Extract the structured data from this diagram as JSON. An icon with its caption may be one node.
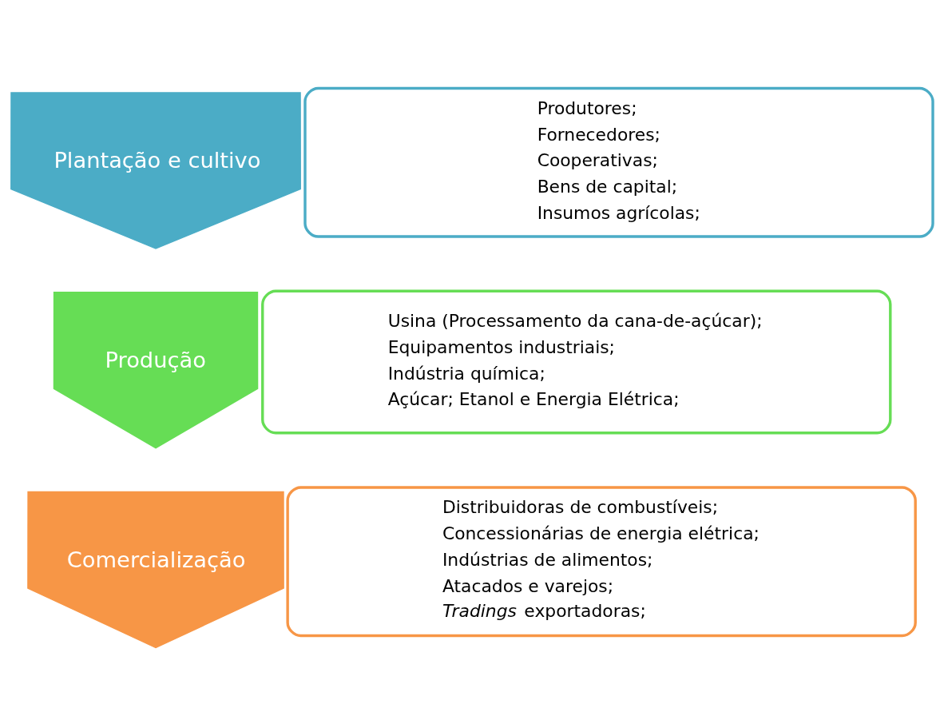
{
  "diagram": {
    "nodes": [
      {
        "text": [
          "Plantação e cultivo"
        ]
      },
      {
        "text": [
          "Produtores;",
          "Fornecedores;",
          "Cooperativas;",
          "Bens de capital;",
          "Insumos agrícolas;"
        ]
      },
      {
        "text": [
          "Produção"
        ]
      },
      {
        "text": [
          "Usina (Processamento da cana-de-açúcar);",
          "Equipamentos industriais;",
          "Indústria química;",
          "Açúcar; Etanol e Energia Elétrica;"
        ]
      },
      {
        "text": [
          "Comercialização"
        ]
      },
      {
        "text": [
          "Distribuidoras de combustíveis;",
          "Concessionárias de energia elétrica;",
          "Indústrias de alimentos;",
          "Atacados e varejos;",
          "*Tradings* exportadoras;"
        ]
      }
    ],
    "edges": []
  }
}
